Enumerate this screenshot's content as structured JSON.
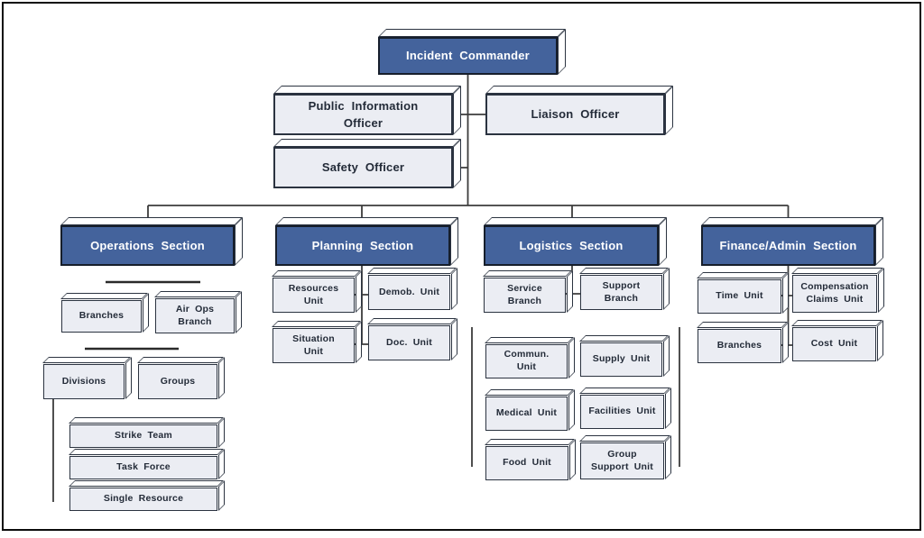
{
  "colors": {
    "section_fill": "#44639C",
    "section_text": "#ffffff",
    "unit_fill": "#EBEDF3",
    "unit_text": "#232B38",
    "box_border": "#2B3340",
    "extrusion_fill": "#ffffff",
    "connector": "#3C3C3C"
  },
  "nodes": {
    "incident_commander": "Incident Commander",
    "public_information_officer": "Public Information\nOfficer",
    "liaison_officer": "Liaison Officer",
    "safety_officer": "Safety Officer",
    "operations_section": "Operations Section",
    "planning_section": "Planning Section",
    "logistics_section": "Logistics Section",
    "finance_admin_section": "Finance/Admin Section",
    "branches_ops": "Branches",
    "air_ops_branch": "Air Ops\nBranch",
    "divisions": "Divisions",
    "groups": "Groups",
    "strike_team": "Strike Team",
    "task_force": "Task Force",
    "single_resource": "Single Resource",
    "resources_unit": "Resources\nUnit",
    "demob_unit": "Demob. Unit",
    "situation_unit": "Situation\nUnit",
    "doc_unit": "Doc. Unit",
    "service_branch": "Service\nBranch",
    "support_branch": "Support\nBranch",
    "commun_unit": "Commun.\nUnit",
    "supply_unit": "Supply Unit",
    "medical_unit": "Medical Unit",
    "facilities_unit": "Facilities Unit",
    "food_unit": "Food Unit",
    "group_support_unit": "Group\nSupport Unit",
    "time_unit": "Time Unit",
    "compensation_claims_unit": "Compensation\nClaims Unit",
    "branches_finance": "Branches",
    "cost_unit": "Cost Unit"
  }
}
